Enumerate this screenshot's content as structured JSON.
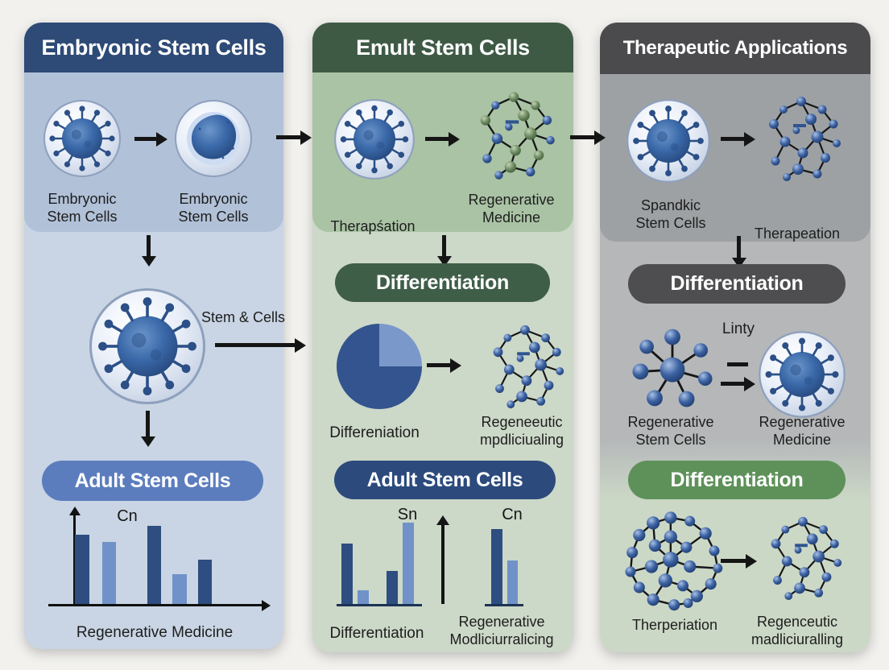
{
  "colors": {
    "page_bg": "#f2f1ee",
    "col1_header": "#2e4a76",
    "col1_top_panel": "#b1c1d8",
    "col1_body": "#c9d5e4",
    "col1_pill": "#5c7dbd",
    "col2_header": "#3e5a45",
    "col2_top_panel": "#a9c3a4",
    "col2_body": "#ccd8c8",
    "col2_diff_pill": "#3f5e48",
    "col2_adult_pill": "#2c4a7c",
    "col3_header": "#4b4b4d",
    "col3_top_panel": "#9ea1a3",
    "col3_body": "#b5b7b9",
    "col3_gray_pill": "#4e4e50",
    "col3_green_pill": "#5d9159",
    "col3_bottom": "#cbd8c6",
    "bar_dark": "#2e4d80",
    "bar_light": "#7092c8",
    "pie_dark": "#33548e",
    "pie_light": "#7b98cb",
    "arrow": "#151515"
  },
  "columns": [
    {
      "title": "Embryonic Stem Cells",
      "cell1_label": "Embryonic Stem Cells",
      "cell2_label": "Embryonic Stem Cells",
      "side_label": "Stem & Cells",
      "pill": "Adult Stem Cells",
      "chart": {
        "type": "bar",
        "annotation": "Cn",
        "bars": [
          {
            "h": 86,
            "tone": "dark"
          },
          {
            "h": 77,
            "tone": "light"
          },
          {
            "h": 97,
            "tone": "dark"
          },
          {
            "h": 37,
            "tone": "light"
          },
          {
            "h": 55,
            "tone": "dark"
          }
        ],
        "xlabel": "Regenerative Medicine"
      }
    },
    {
      "title": "Emult Stem Cells",
      "cell1_label": "Therapśation",
      "cell2_label": "Regenerative Medicine",
      "diff_pill": "Differentiation",
      "pie": {
        "type": "pie",
        "label": "Differeniation",
        "slices": [
          {
            "name": "light",
            "value": 25,
            "color": "#7b98cb"
          },
          {
            "name": "dark",
            "value": 75,
            "color": "#33548e"
          }
        ]
      },
      "molecule_label": "Regeneeutic mpdliciualing",
      "adult_pill": "Adult Stem Cells",
      "chart_left": {
        "type": "bar",
        "annotation": "Sn",
        "bars": [
          {
            "h": 75,
            "tone": "dark"
          },
          {
            "h": 17,
            "tone": "light"
          },
          {
            "h": 41,
            "tone": "dark"
          },
          {
            "h": 101,
            "tone": "light"
          }
        ],
        "xlabel": "Differentiation"
      },
      "chart_right": {
        "type": "bar",
        "annotation": "Cn",
        "bars": [
          {
            "h": 93,
            "tone": "dark"
          },
          {
            "h": 54,
            "tone": "light"
          }
        ],
        "xlabel": "Regenerative Modliciurralicing"
      }
    },
    {
      "title": "Therapeutic Applications",
      "cell1_label": "Spandkic Stem Cells",
      "cell2_label": "Therapeation",
      "diff_pill_gray": "Differentiation",
      "mid_annotation": "Linty",
      "mid_left_label": "Regenerative Stem Cells",
      "mid_right_label": "Regenerative Medicine",
      "diff_pill_green": "Differentiation",
      "bottom_left_label": "Therperiation",
      "bottom_right_label": "Regenceutic madliciuralling"
    }
  ]
}
